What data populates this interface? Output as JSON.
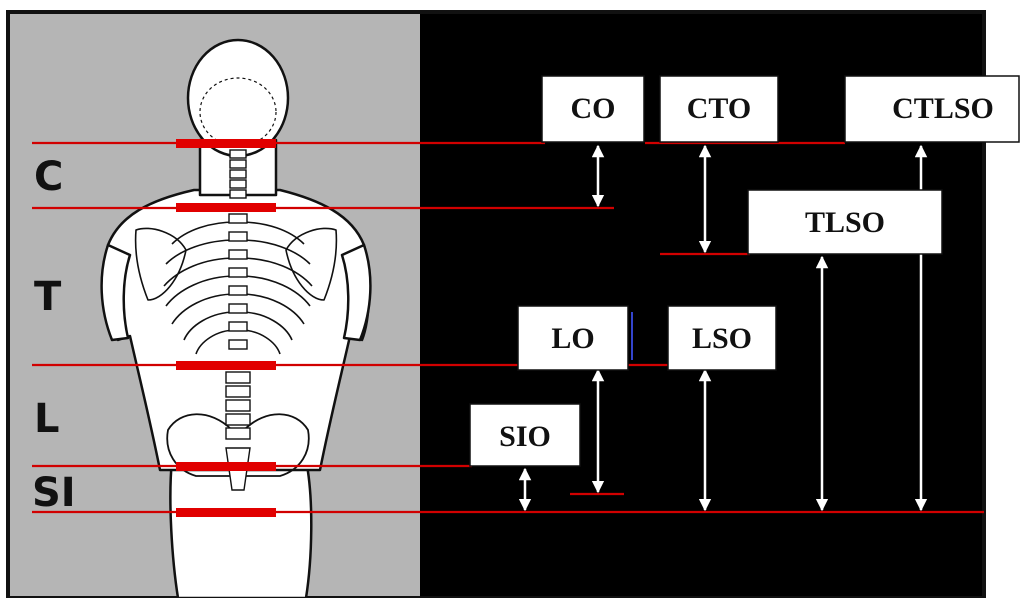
{
  "colors": {
    "left_panel": "#b5b5b5",
    "right_panel": "#000000",
    "level_line": "#d10000",
    "arrow": "#ffffff",
    "box_fill": "#ffffff",
    "frame": "#111111"
  },
  "regions": [
    {
      "id": "cervical",
      "label": "C"
    },
    {
      "id": "thoracic",
      "label": "T"
    },
    {
      "id": "lumbar",
      "label": "L"
    },
    {
      "id": "sacroiliac",
      "label": "SI"
    }
  ],
  "orthoses": [
    {
      "id": "co",
      "label": "CO"
    },
    {
      "id": "cto",
      "label": "CTO"
    },
    {
      "id": "ctlso",
      "label": "CTLSO"
    },
    {
      "id": "tlso",
      "label": "TLSO"
    },
    {
      "id": "lo",
      "label": "LO"
    },
    {
      "id": "lso",
      "label": "LSO"
    },
    {
      "id": "sio",
      "label": "SIO"
    }
  ]
}
